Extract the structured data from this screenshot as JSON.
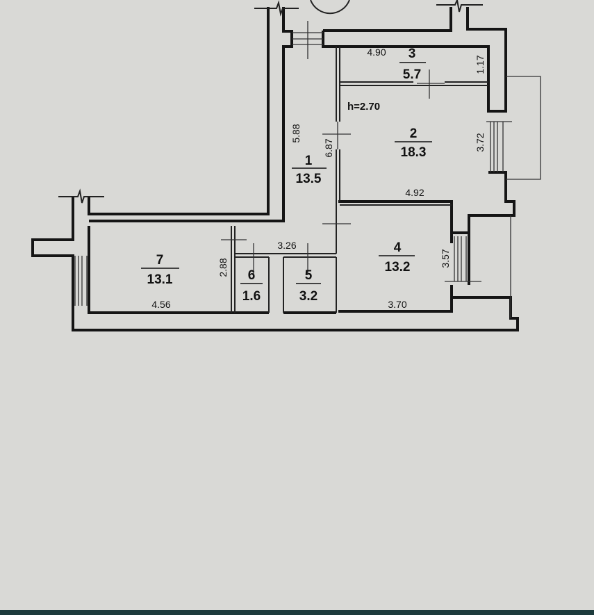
{
  "plan": {
    "ceiling_height": "h=2.70",
    "rooms": [
      {
        "number": "1",
        "area": "13.5"
      },
      {
        "number": "2",
        "area": "18.3"
      },
      {
        "number": "3",
        "area": "5.7"
      },
      {
        "number": "4",
        "area": "13.2"
      },
      {
        "number": "5",
        "area": "3.2"
      },
      {
        "number": "6",
        "area": "1.6"
      },
      {
        "number": "7",
        "area": "13.1"
      }
    ],
    "dimensions": {
      "room3_width": "4.90",
      "room3_depth": "1.17",
      "room2_depth": "3.72",
      "room2_width": "4.92",
      "room1_length_a": "5.88",
      "room1_length_b": "6.87",
      "hall_width": "3.26",
      "room7_depth": "2.88",
      "room7_width": "4.56",
      "room4_depth": "3.57",
      "room4_width": "3.70"
    },
    "colors": {
      "paper": "#d9d9d6",
      "ink": "#151515",
      "bottom_bar": "#1d3b3c"
    }
  }
}
